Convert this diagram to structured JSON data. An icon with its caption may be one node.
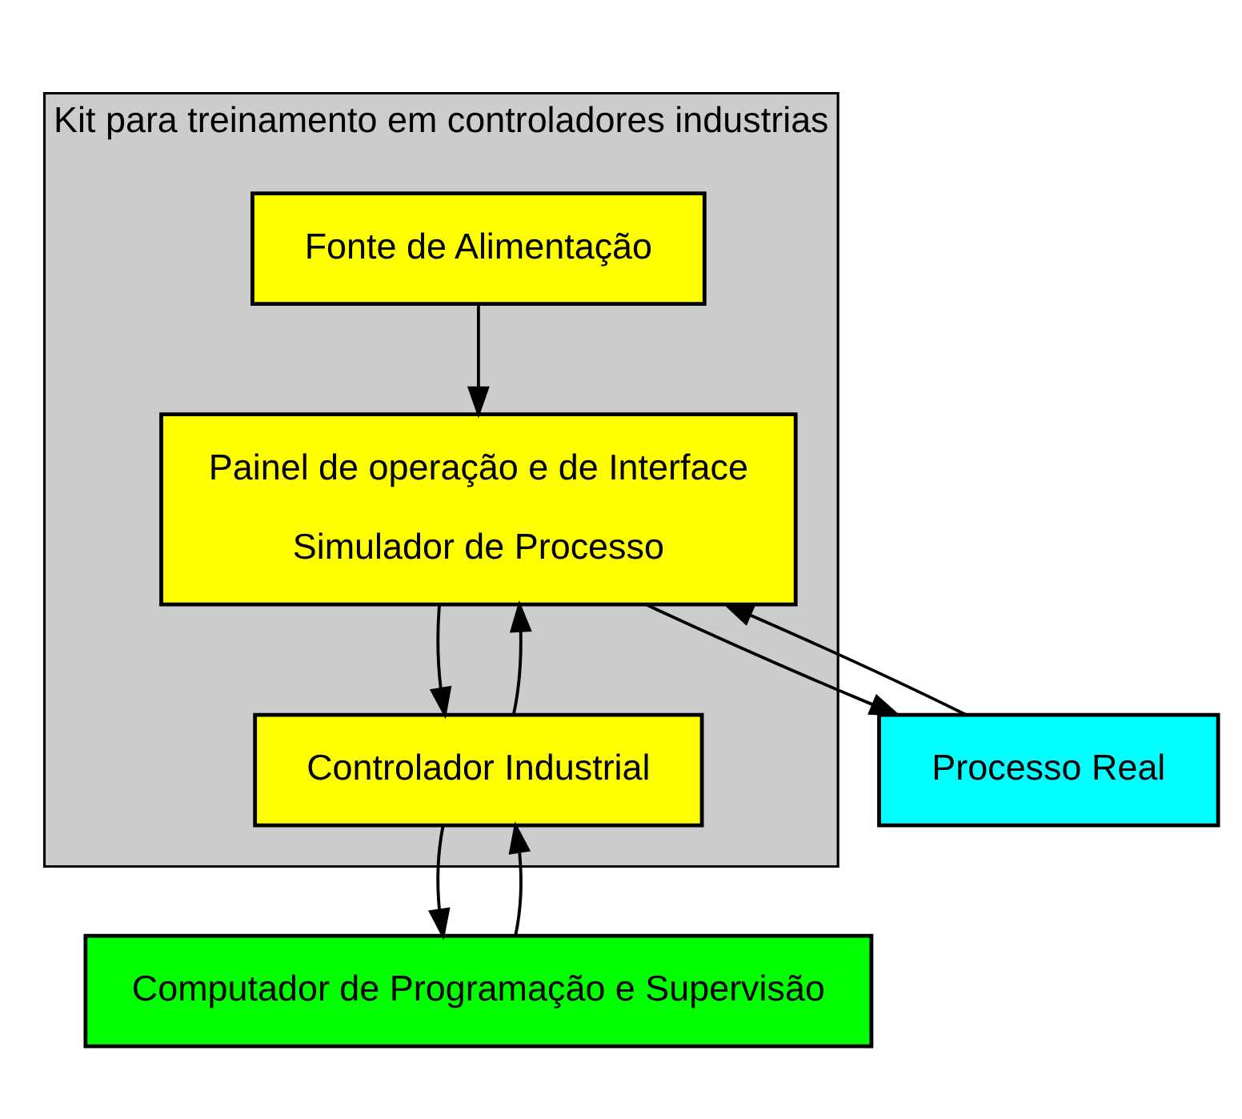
{
  "diagram": {
    "nodes": [
      {
        "text": [
          "Kit para treinamento em controladores industrias"
        ]
      },
      {
        "text": [
          "Fonte de Alimentação"
        ],
        "in": 0
      },
      {
        "text": [
          "Controlador Industrial"
        ],
        "in": 0
      },
      {
        "text": [
          "Painel de operação e de Interface",
          "Simulador de Processo"
        ],
        "in": 0
      },
      {
        "text": [
          "Processo Real"
        ]
      },
      {
        "text": [
          "Computador de Programação e Supervisão"
        ]
      }
    ],
    "edges": [
      {
        "from": 1,
        "to": 3,
        "arrow": "to"
      },
      {
        "from": 2,
        "to": 3,
        "arrow": "to"
      },
      {
        "from": 3,
        "to": 2,
        "arrow": "to"
      },
      {
        "from": 3,
        "to": 4,
        "arrow": "to"
      },
      {
        "from": 4,
        "to": 3,
        "arrow": "to"
      },
      {
        "from": 2,
        "to": 5,
        "arrow": "to"
      },
      {
        "from": 5,
        "to": 2,
        "arrow": "to"
      }
    ]
  }
}
